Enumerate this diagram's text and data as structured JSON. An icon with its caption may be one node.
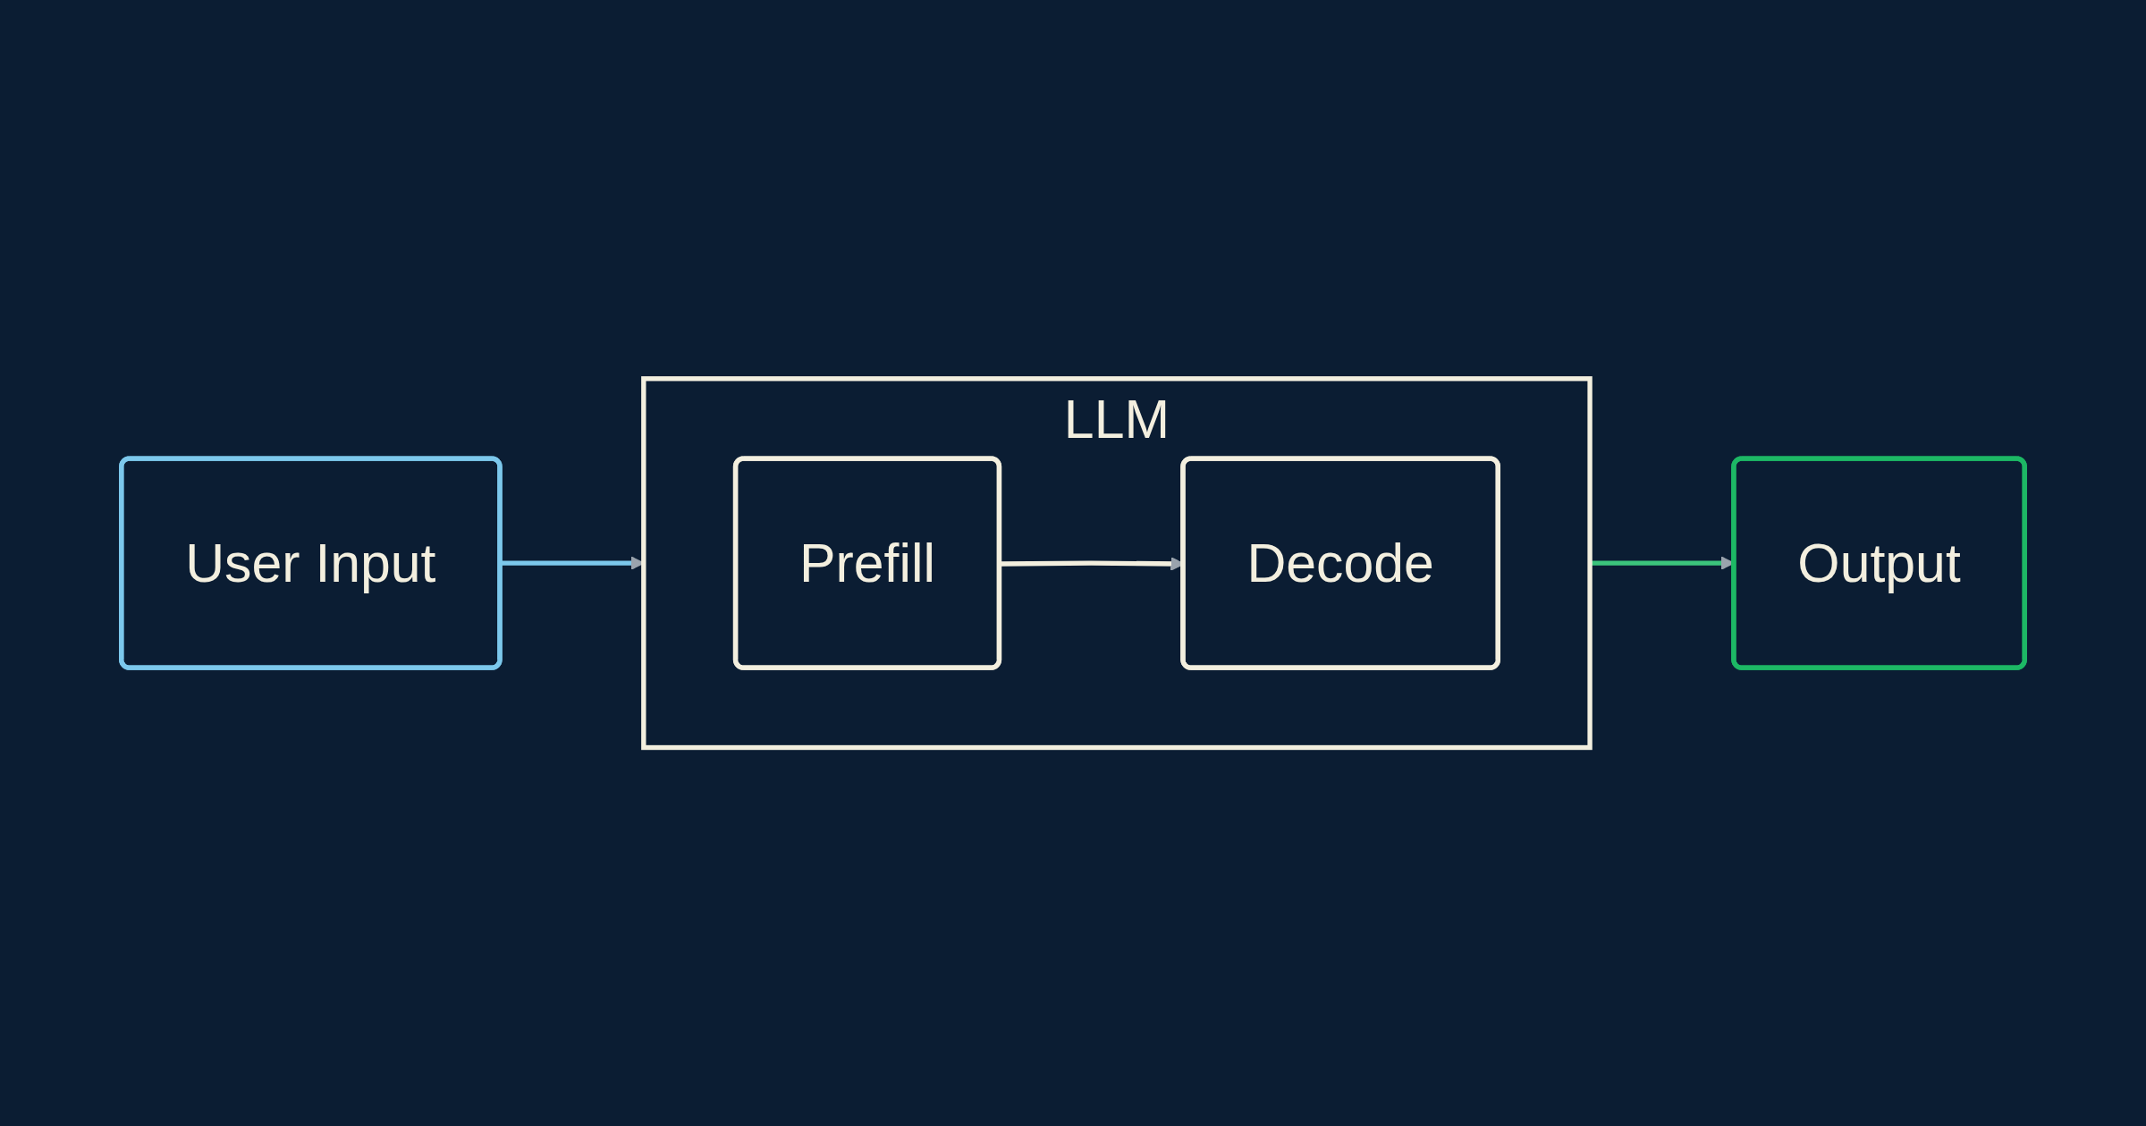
{
  "diagram": {
    "nodes": [
      {
        "text": [
          "User Input"
        ]
      },
      {
        "text": [
          "LLM"
        ]
      },
      {
        "text": [
          "Prefill"
        ],
        "in": 1
      },
      {
        "text": [
          "Decode"
        ],
        "in": 1
      },
      {
        "text": [
          "Output"
        ]
      }
    ],
    "edges": [
      {
        "from": 0,
        "to": 1,
        "arrow": "to",
        "color": "#7cc8ec"
      },
      {
        "from": 2,
        "to": 3,
        "arrow": "to",
        "color": "#f3efdf"
      },
      {
        "from": 1,
        "to": 4,
        "arrow": "to",
        "color": "#3cc47c"
      }
    ]
  }
}
